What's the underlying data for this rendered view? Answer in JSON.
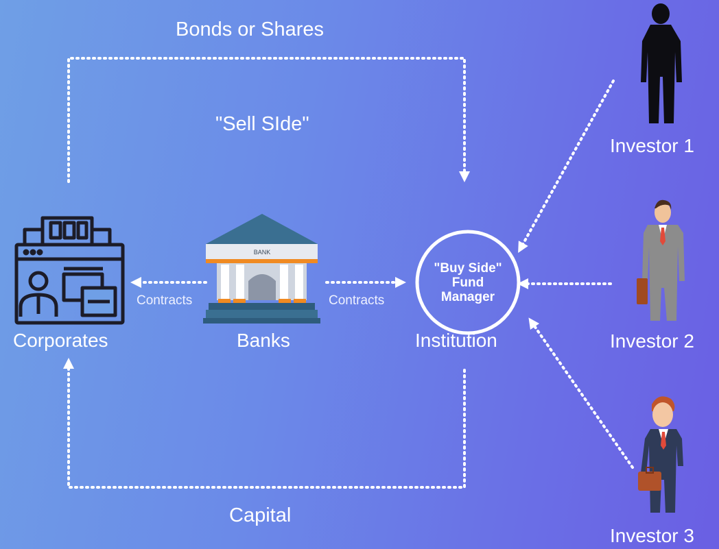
{
  "labels": {
    "top_flow": "Bonds or Shares",
    "sell_side": "\"Sell SIde\"",
    "bottom_flow": "Capital",
    "contracts_left": "Contracts",
    "contracts_right": "Contracts",
    "bank_sign": "BANK"
  },
  "nodes": {
    "corporates": "Corporates",
    "banks": "Banks",
    "institution": "Institution",
    "fund_manager": {
      "line1": "\"Buy Side\"",
      "line2": "Fund",
      "line3": "Manager"
    }
  },
  "investors": [
    "Investor 1",
    "Investor 2",
    "Investor 3"
  ],
  "colors": {
    "bank_roof": "#3a6f91",
    "bank_pillars": "#dfe3ea",
    "bank_accent": "#f08a22",
    "corporate_icon": "#1c1c28",
    "suit_grey": "#8c8c8c",
    "suit_navy": "#2f3b58",
    "tie_red": "#e14a3a"
  },
  "icons": [
    "corporate-building-icon",
    "bank-building-icon",
    "investor-silhouette-icon",
    "businessman-grey-icon",
    "businessman-navy-icon"
  ]
}
